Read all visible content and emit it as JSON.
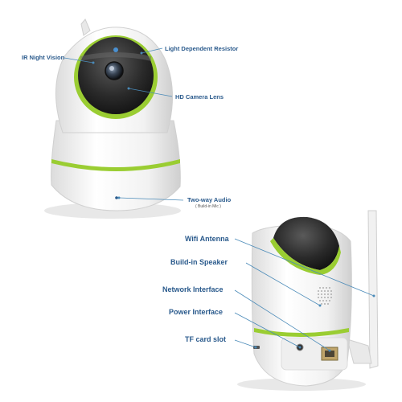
{
  "callouts_top": {
    "ir_night_vision": "IR Night Vision",
    "light_dependent_resistor": "Light Dependent Resistor",
    "hd_camera_lens": "HD Camera Lens",
    "two_way_audio": "Two-way Audio",
    "two_way_audio_sub": "( Build-in Mic )"
  },
  "callouts_bottom": {
    "wifi_antenna": "Wifi Antenna",
    "build_in_speaker": "Build-in Speaker",
    "network_interface": "Network Interface",
    "power_interface": "Power Interface",
    "tf_card_slot": "TF card slot"
  },
  "colors": {
    "label": "#2a5a8c",
    "leader": "#4a8ab8",
    "accent_green": "#9acd32",
    "shell": "#f4f4f4",
    "dome": "#2b2b2b"
  }
}
